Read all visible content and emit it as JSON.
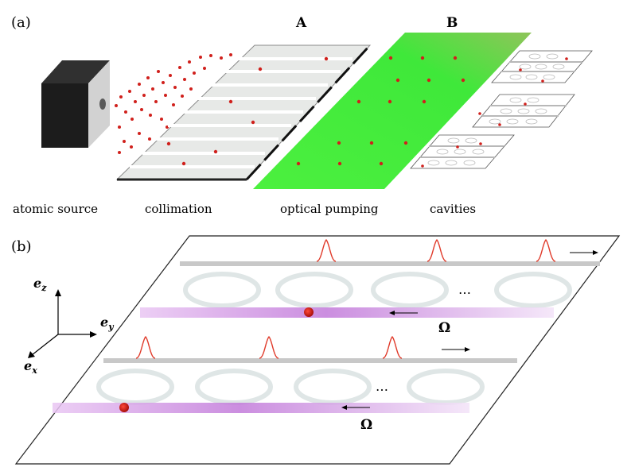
{
  "panel_a": {
    "label": "(a)",
    "letter_a": "A",
    "letter_b": "B",
    "captions": {
      "source": "atomic source",
      "collimation": "collimation",
      "pumping": "optical pumping",
      "cavities": "cavities"
    },
    "colors": {
      "atom": "#d0201c",
      "pump": "#3fe83a",
      "box": "#1f1f1f",
      "slab": "#e6e8e6"
    }
  },
  "panel_b": {
    "label": "(b)",
    "axes": {
      "z": "e",
      "z_sub": "z",
      "y": "e",
      "y_sub": "y",
      "x": "e",
      "x_sub": "x"
    },
    "dots": "…",
    "omega": "Ω",
    "colors": {
      "beam": "#c98ae0",
      "ring": "#dfe6e6",
      "pulse": "#e03a2a",
      "waveguide": "#c8c8c8"
    }
  }
}
